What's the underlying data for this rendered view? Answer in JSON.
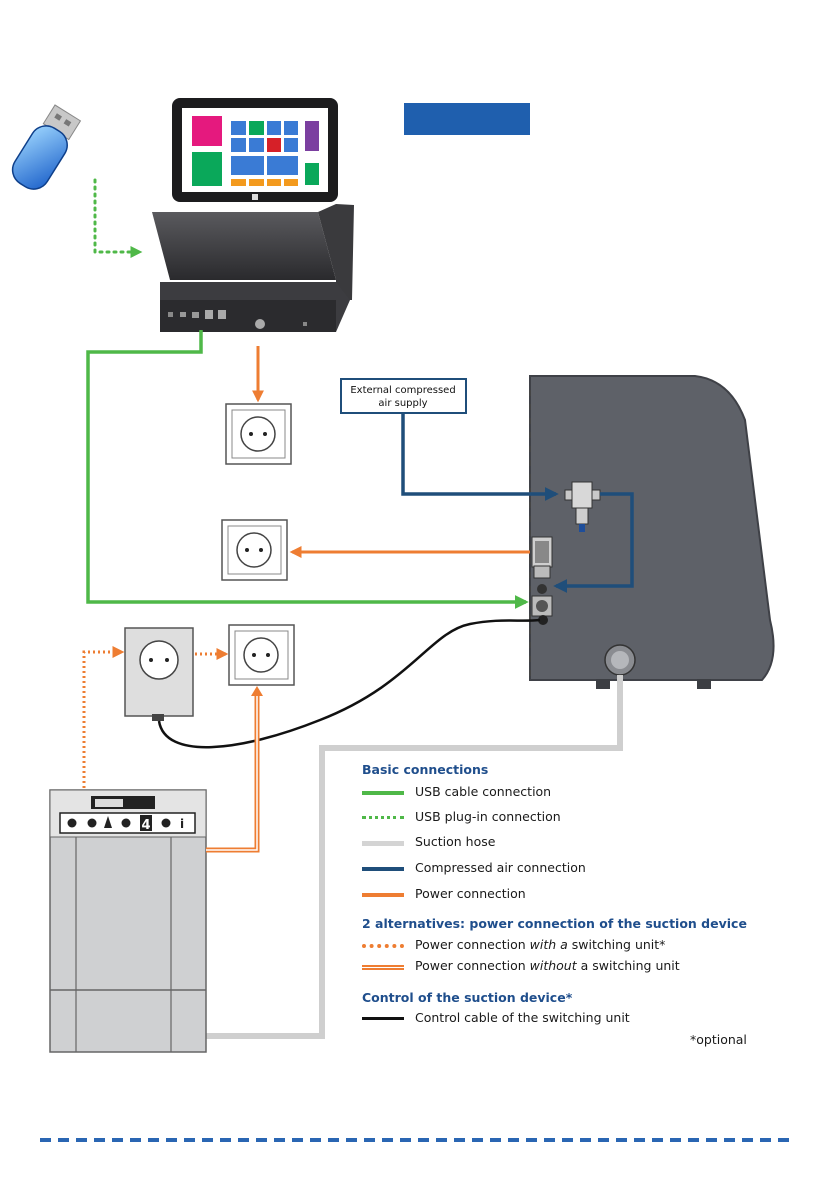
{
  "diagram": {
    "air_supply_label_line1": "External compressed",
    "air_supply_label_line2": "air supply",
    "suction_display_digit": "4",
    "suction_info_glyph": "i",
    "colors": {
      "usb": "#4fb848",
      "air": "#1f4e7a",
      "power": "#ee7d32",
      "hose": "#cfcfcf",
      "control": "#111111",
      "machine": "#5e6168",
      "banner": "#1f5fae"
    }
  },
  "legend": {
    "basic_title": "Basic connections",
    "basic_items": [
      {
        "type": "usb",
        "label": "USB cable connection"
      },
      {
        "type": "plug",
        "label": "USB plug-in connection"
      },
      {
        "type": "hose",
        "label": "Suction hose"
      },
      {
        "type": "air",
        "label": "Compressed air connection"
      },
      {
        "type": "power",
        "label": "Power connection"
      }
    ],
    "alt_title": "2 alternatives: power connection of the suction device",
    "alt_items": [
      {
        "type": "switch",
        "prefix": "Power connection ",
        "emph": "with a",
        "suffix": " switching unit*"
      },
      {
        "type": "noswitch",
        "prefix": "Power connection ",
        "emph": "without",
        "suffix": " a switching unit"
      }
    ],
    "control_title": "Control of the suction device*",
    "control_items": [
      {
        "type": "control",
        "label": "Control cable of the switching unit"
      }
    ],
    "optional_note": "*optional"
  }
}
